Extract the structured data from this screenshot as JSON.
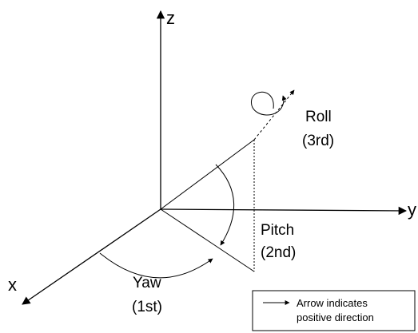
{
  "axes": {
    "z_label": "z",
    "y_label": "y",
    "x_label": "x"
  },
  "angles": {
    "roll": {
      "name": "Roll",
      "order": "(3rd)"
    },
    "pitch": {
      "name": "Pitch",
      "order": "(2nd)"
    },
    "yaw": {
      "name": "Yaw",
      "order": "(1st)"
    }
  },
  "legend": {
    "line1": "Arrow indicates",
    "line2": "positive direction"
  },
  "colors": {
    "line": "#000000",
    "background": "#ffffff"
  }
}
